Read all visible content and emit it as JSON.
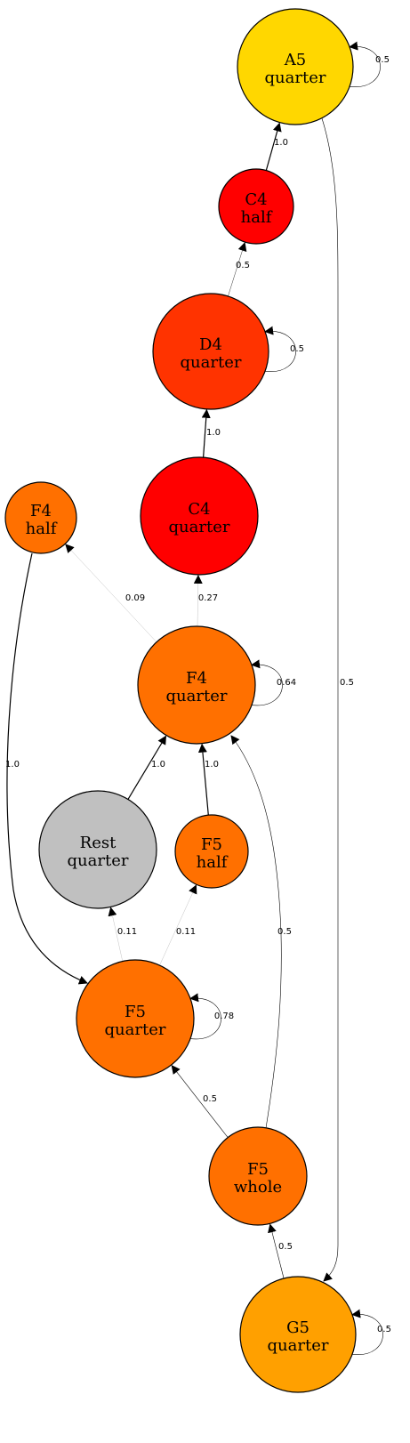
{
  "nodes": [
    {
      "id": "A5q",
      "pitch": "A5",
      "duration": "quarter",
      "fill": "#FFD700"
    },
    {
      "id": "C4h",
      "pitch": "C4",
      "duration": "half",
      "fill": "#FF0000"
    },
    {
      "id": "D4q",
      "pitch": "D4",
      "duration": "quarter",
      "fill": "#FF3300"
    },
    {
      "id": "C4q",
      "pitch": "C4",
      "duration": "quarter",
      "fill": "#FF0000"
    },
    {
      "id": "F4h",
      "pitch": "F4",
      "duration": "half",
      "fill": "#FF7000"
    },
    {
      "id": "F4q",
      "pitch": "F4",
      "duration": "quarter",
      "fill": "#FF7000"
    },
    {
      "id": "Restq",
      "pitch": "Rest",
      "duration": "quarter",
      "fill": "#C0C0C0"
    },
    {
      "id": "F5h",
      "pitch": "F5",
      "duration": "half",
      "fill": "#FF7000"
    },
    {
      "id": "F5q",
      "pitch": "F5",
      "duration": "quarter",
      "fill": "#FF7000"
    },
    {
      "id": "F5w",
      "pitch": "F5",
      "duration": "whole",
      "fill": "#FF7000"
    },
    {
      "id": "G5q",
      "pitch": "G5",
      "duration": "quarter",
      "fill": "#FFA000"
    }
  ],
  "edges": [
    {
      "from": "A5q",
      "to": "A5q",
      "weight": "0.5"
    },
    {
      "from": "A5q",
      "to": "G5q",
      "weight": "0.5"
    },
    {
      "from": "C4h",
      "to": "A5q",
      "weight": "1.0"
    },
    {
      "from": "D4q",
      "to": "C4h",
      "weight": "0.5"
    },
    {
      "from": "D4q",
      "to": "D4q",
      "weight": "0.5"
    },
    {
      "from": "C4q",
      "to": "D4q",
      "weight": "1.0"
    },
    {
      "from": "F4q",
      "to": "F4h",
      "weight": "0.09"
    },
    {
      "from": "F4q",
      "to": "C4q",
      "weight": "0.27"
    },
    {
      "from": "F4q",
      "to": "F4q",
      "weight": "0.64"
    },
    {
      "from": "F4h",
      "to": "F5q",
      "weight": "1.0"
    },
    {
      "from": "Restq",
      "to": "F4q",
      "weight": "1.0"
    },
    {
      "from": "F5h",
      "to": "F4q",
      "weight": "1.0"
    },
    {
      "from": "F5w",
      "to": "F4q",
      "weight": "0.5"
    },
    {
      "from": "F5q",
      "to": "Restq",
      "weight": "0.11"
    },
    {
      "from": "F5q",
      "to": "F5h",
      "weight": "0.11"
    },
    {
      "from": "F5q",
      "to": "F5q",
      "weight": "0.78"
    },
    {
      "from": "F5w",
      "to": "F5q",
      "weight": "0.5"
    },
    {
      "from": "G5q",
      "to": "F5w",
      "weight": "0.5"
    },
    {
      "from": "G5q",
      "to": "G5q",
      "weight": "0.5"
    }
  ]
}
